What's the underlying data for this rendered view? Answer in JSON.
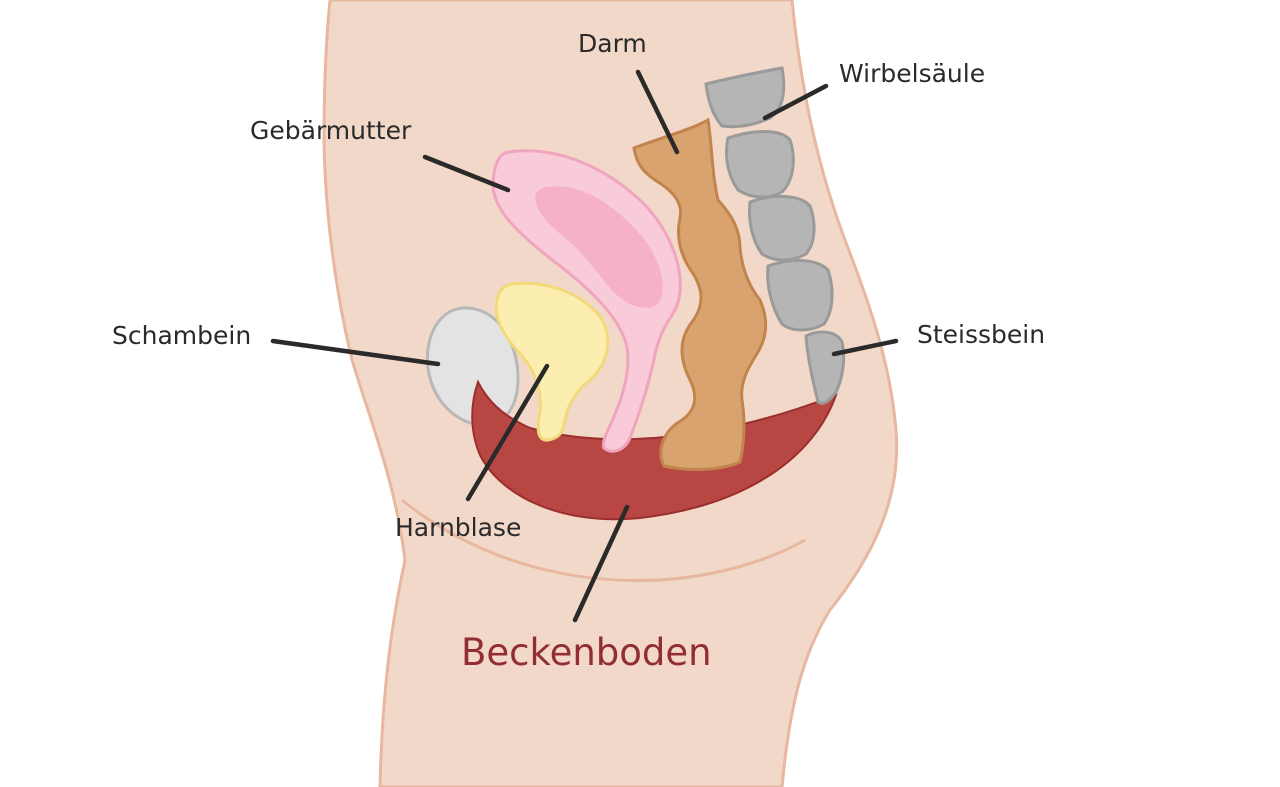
{
  "labels": {
    "schambein": "Schambein",
    "harnblase": "Harnblase",
    "gebaermutter": "Gebärmutter",
    "darm": "Darm",
    "wirbelsaeule": "Wirbelsäule",
    "steissbein": "Steissbein",
    "beckenboden": "Beckenboden"
  },
  "colors": {
    "skin": "#f2d8c9",
    "skin_outline": "#e8b79f",
    "pubic_bone": "#e3e3e3",
    "bladder": "#fbeeb0",
    "uterus": "#f9cbd8",
    "uterus_inner": "#f5b2c7",
    "bowel": "#d9a370",
    "spine": "#b5b5b5",
    "pelvic_floor": "#b84744",
    "leader_line": "#2a2a2a",
    "text": "#2a2a2a",
    "highlight_text": "#922d33"
  }
}
